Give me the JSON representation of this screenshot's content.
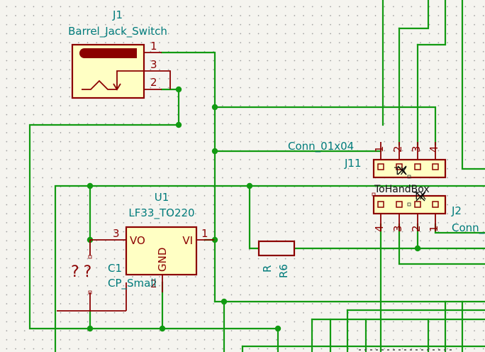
{
  "j1": {
    "ref": "J1",
    "value": "Barrel_Jack_Switch",
    "pins": [
      "1",
      "3",
      "2"
    ]
  },
  "u1": {
    "ref": "U1",
    "value": "LF33_TO220",
    "pin_vo": "VO",
    "pin_vi": "VI",
    "pin_gnd": "GND",
    "pin3": "3",
    "pin1": "1",
    "pin2": "2"
  },
  "c1": {
    "ref": "C1",
    "value": "CP_Small",
    "marks": "??"
  },
  "r6": {
    "ref": "R",
    "value": "R6"
  },
  "j11": {
    "ref": "J11",
    "value": "Conn_01x04",
    "pins": [
      "1",
      "2",
      "3",
      "4"
    ],
    "nc": "TX"
  },
  "j2": {
    "ref": "J2",
    "value": "Conn_",
    "pins": [
      "4",
      "3",
      "2",
      "1"
    ],
    "nc": "TX",
    "net_label": "ToHandBox"
  },
  "colors": {
    "wire": "#129a12",
    "symbol": "#8b0000",
    "body_fill": "#ffffc4",
    "text": "#007b7b",
    "background": "#f5f4ef"
  }
}
